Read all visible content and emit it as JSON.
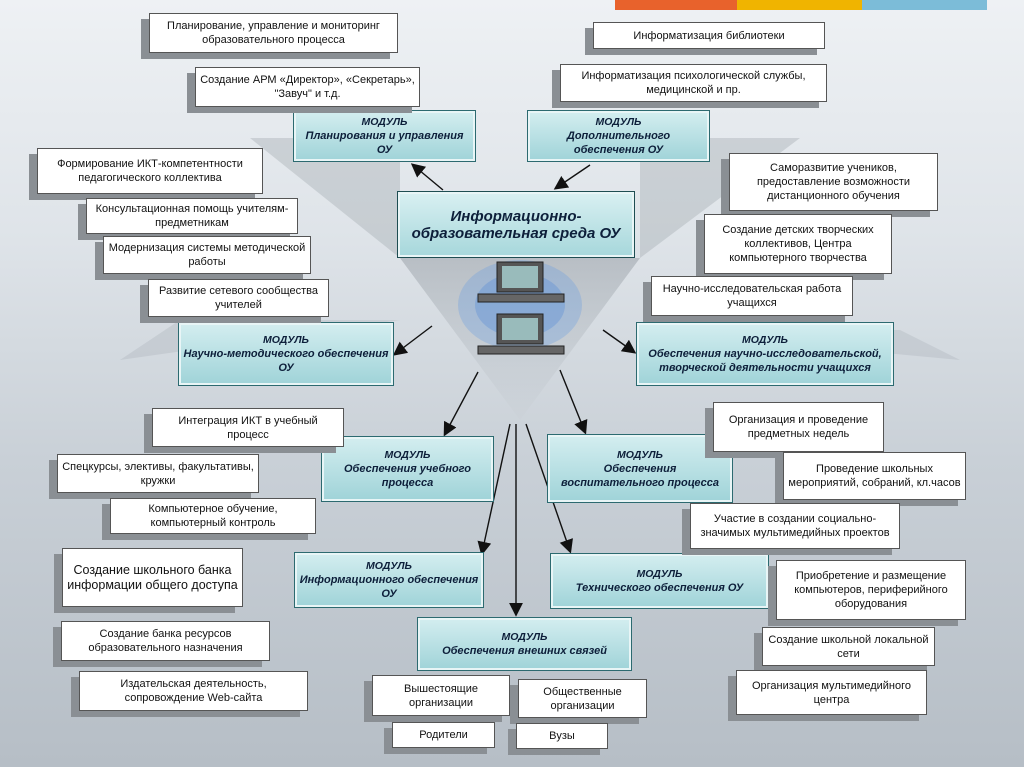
{
  "center": {
    "title": "Информационно-образовательная среда ОУ"
  },
  "colors": {
    "bar1": "#e8622c",
    "bar2": "#f0b400",
    "bar3": "#5aa6c8",
    "module_bg": "#a6d7db",
    "box_bg": "#ffffff"
  },
  "modules": {
    "planning": {
      "label": "МОДУЛЬ",
      "title": "Планирования и управления ОУ"
    },
    "additional": {
      "label": "МОДУЛЬ",
      "title": "Дополнительного обеспечения ОУ"
    },
    "methodical": {
      "label": "МОДУЛЬ",
      "title": "Научно-методического обеспечения ОУ"
    },
    "research": {
      "label": "МОДУЛЬ",
      "title": "Обеспечения научно-исследовательской, творческой деятельности учащихся"
    },
    "educational": {
      "label": "МОДУЛЬ",
      "title": "Обеспечения учебного процесса"
    },
    "upbringing": {
      "label": "МОДУЛЬ",
      "title": "Обеспечения воспитательного процесса"
    },
    "information": {
      "label": "МОДУЛЬ",
      "title": "Информационного обеспечения ОУ"
    },
    "technical": {
      "label": "МОДУЛЬ",
      "title": "Технического обеспечения ОУ"
    },
    "external": {
      "label": "МОДУЛЬ",
      "title": "Обеспечения внешних связей"
    }
  },
  "boxes": {
    "b1": "Планирование, управление и мониторинг образовательного процесса",
    "b2": "Создание АРМ «Директор», «Секретарь», \"Завуч\" и т.д.",
    "b3": "Информатизация библиотеки",
    "b4": "Информатизация психологической службы, медицинской и пр.",
    "b5": "Формирование ИКТ-компетентности педагогического коллектива",
    "b6": "Консультационная помощь учителям-предметникам",
    "b7": "Модернизация системы методической работы",
    "b8": "Развитие сетевого сообщества учителей",
    "b9": "Саморазвитие учеников, предоставление возможности дистанционного обучения",
    "b10": "Создание детских творческих коллективов, Центра компьютерного творчества",
    "b11": "Научно-исследовательская работа учащихся",
    "b12": "Интеграция ИКТ в учебный процесс",
    "b13": "Спецкурсы, элективы, факультативы, кружки",
    "b14": "Компьютерное обучение, компьютерный контроль",
    "b15": "Организация и проведение предметных недель",
    "b16": "Проведение школьных мероприятий, собраний, кл.часов",
    "b17": "Участие в создании социально-значимых мультимедийных проектов",
    "b18": "Создание школьного банка информации общего доступа",
    "b19": "Создание банка ресурсов образовательного назначения",
    "b20": "Издательская деятельность, сопровождение Web-сайта",
    "b21": "Приобретение и размещение компьютеров, периферийного оборудования",
    "b22": "Создание школьной локальной сети",
    "b23": "Организация мультимедийного центра",
    "b24": "Вышестоящие организации",
    "b25": "Общественные организации",
    "b26": "Родители",
    "b27": "Вузы"
  }
}
